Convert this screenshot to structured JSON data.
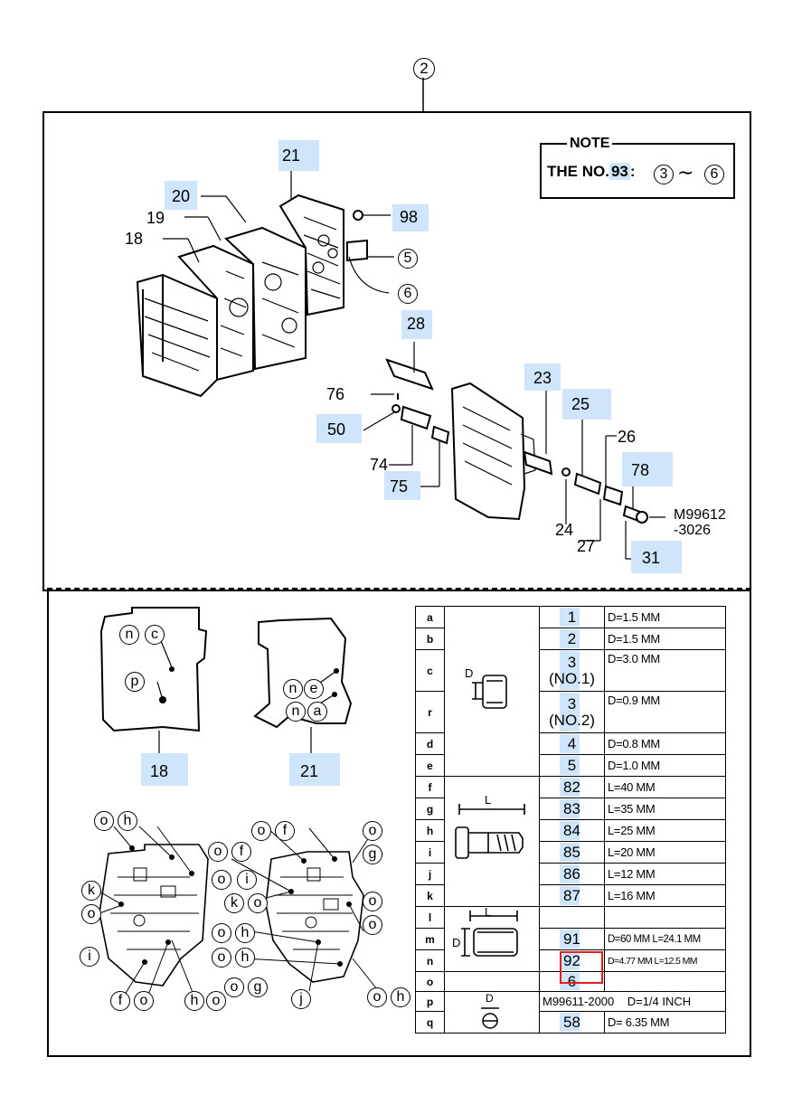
{
  "header": {
    "ref_number": "2"
  },
  "note": {
    "title": "NOTE",
    "text_prefix": "THE NO.",
    "text_number": "93",
    "range_from": "3",
    "range_sep": "∼",
    "range_to": "6"
  },
  "top_labels": {
    "l21": "21",
    "l20": "20",
    "l19": "19",
    "l18": "18",
    "l98": "98",
    "l5": "5",
    "l6": "6",
    "l28": "28",
    "l76": "76",
    "l50": "50",
    "l74": "74",
    "l75": "75",
    "l23": "23",
    "l25": "25",
    "l26": "26",
    "l78": "78",
    "l24": "24",
    "l27": "27",
    "l31": "31",
    "m_part_1": "M99612",
    "m_part_2": "-3026"
  },
  "plates": {
    "plate18": {
      "label": "18",
      "markers": [
        "n",
        "c",
        "p"
      ]
    },
    "plate21": {
      "label": "21",
      "markers": [
        "n",
        "e",
        "n",
        "a"
      ]
    }
  },
  "bottom_markers": {
    "left_group": [
      "o",
      "h",
      "k",
      "o",
      "i",
      "f",
      "o",
      "h",
      "o"
    ],
    "right_group": [
      "o",
      "f",
      "o",
      "f",
      "o",
      "i",
      "k",
      "o",
      "o",
      "h",
      "o",
      "h",
      "o",
      "g",
      "o",
      "g",
      "o",
      "o",
      "j",
      "o",
      "h"
    ]
  },
  "spec_table": {
    "rows": [
      {
        "key": "a",
        "no": "1",
        "dim": "D=1.5 MM"
      },
      {
        "key": "b",
        "no": "2",
        "dim": "D=1.5 MM"
      },
      {
        "key": "c",
        "no": "3",
        "no_sub": "(NO.1)",
        "dim": "D=3.0 MM"
      },
      {
        "key": "r",
        "no": "3",
        "no_sub": "(NO.2)",
        "dim": "D=0.9 MM"
      },
      {
        "key": "d",
        "no": "4",
        "dim": "D=0.8 MM"
      },
      {
        "key": "e",
        "no": "5",
        "dim": "D=1.0 MM"
      },
      {
        "key": "f",
        "no": "82",
        "dim": "L=40 MM"
      },
      {
        "key": "g",
        "no": "83",
        "dim": "L=35 MM"
      },
      {
        "key": "h",
        "no": "84",
        "dim": "L=25 MM"
      },
      {
        "key": "i",
        "no": "85",
        "dim": "L=20 MM"
      },
      {
        "key": "j",
        "no": "86",
        "dim": "L=12 MM"
      },
      {
        "key": "k",
        "no": "87",
        "dim": "L=16 MM"
      },
      {
        "key": "l",
        "no": "",
        "dim": ""
      },
      {
        "key": "m",
        "no": "91",
        "dim": "D=60 MM L=24.1 MM"
      },
      {
        "key": "n",
        "no": "92",
        "dim": "D=4.77 MM L=12.5 MM"
      },
      {
        "key": "o",
        "no": "6",
        "dim": ""
      },
      {
        "key": "p",
        "no": "M99611-2000",
        "dim": "D=1/4 INCH"
      },
      {
        "key": "q",
        "no": "58",
        "dim": "D= 6.35 MM"
      }
    ],
    "pic_labels": {
      "d1": "D",
      "l1": "L",
      "d2": "D",
      "l2": "L",
      "d3": "D"
    }
  },
  "colors": {
    "highlight": "#cfe5fb",
    "selection_box": "#e02020"
  }
}
